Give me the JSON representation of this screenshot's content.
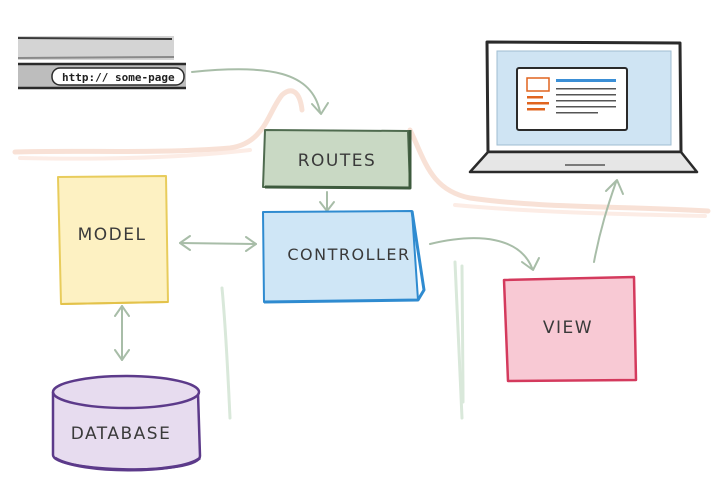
{
  "browser": {
    "url": "http:// some-page"
  },
  "nodes": {
    "routes": {
      "label": "ROUTES"
    },
    "controller": {
      "label": "CONTROLLER"
    },
    "model": {
      "label": "MODEL"
    },
    "database": {
      "label": "DATABASE"
    },
    "view": {
      "label": "VIEW"
    }
  },
  "colors": {
    "routes_fill": "#c9d9c4",
    "routes_stroke": "#4f6b4f",
    "controller_fill": "#cfe6f6",
    "controller_stroke": "#2f8bd0",
    "model_fill": "#fdf1c2",
    "model_stroke": "#e8cc5c",
    "database_fill": "#e7dcef",
    "database_stroke": "#5c3a8a",
    "view_fill": "#f8c9d4",
    "view_stroke": "#d43a5d",
    "arrow": "#a8bda8",
    "wash": "#f6d9cc",
    "laptop_screen": "#cfe4f3"
  }
}
